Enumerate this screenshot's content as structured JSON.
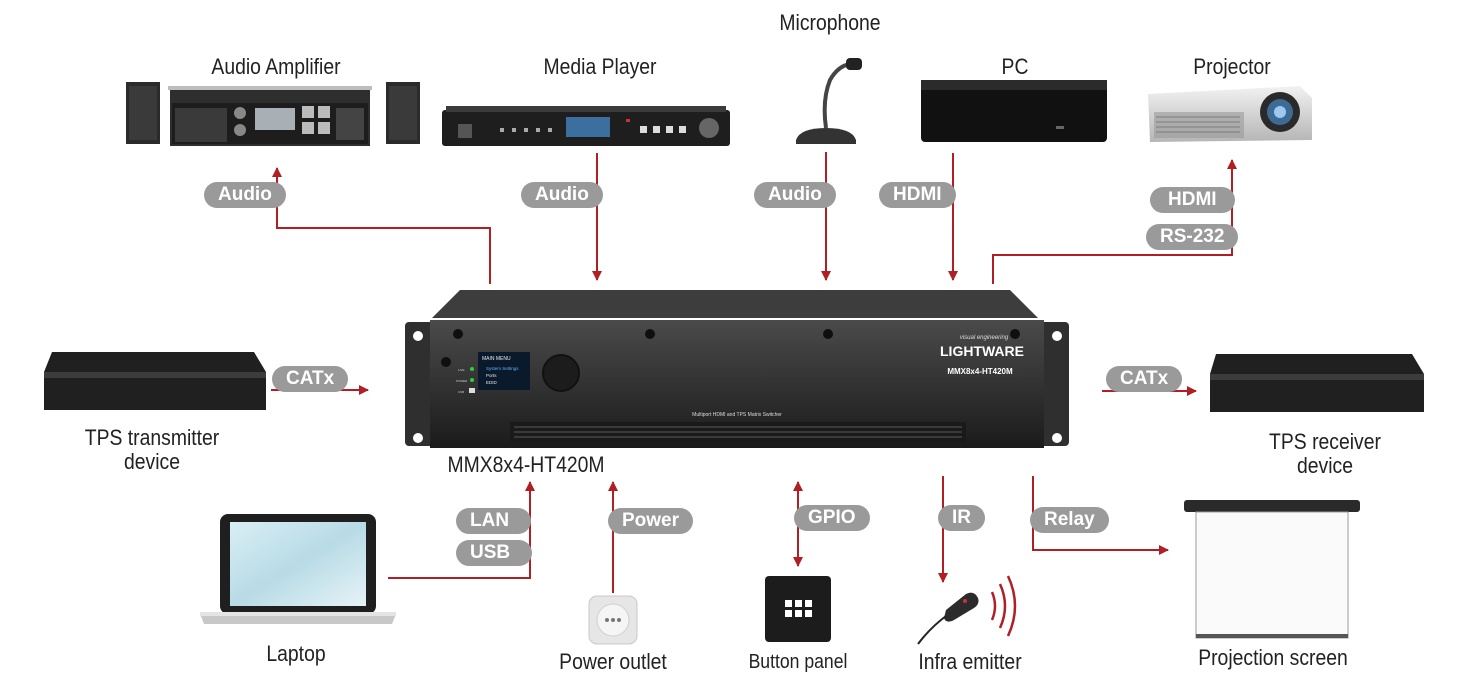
{
  "devices": {
    "audio_amplifier": "Audio Amplifier",
    "media_player": "Media Player",
    "microphone": "Microphone",
    "pc": "PC",
    "projector": "Projector",
    "tps_transmitter": "TPS transmitter\ndevice",
    "tps_receiver": "TPS receiver\ndevice",
    "main_device": "MMX8x4-HT420M",
    "laptop": "Laptop",
    "power_outlet": "Power outlet",
    "button_panel": "Button panel",
    "infra_emitter": "Infra emitter",
    "projection_screen": "Projection screen"
  },
  "connections": {
    "amp_audio": "Audio",
    "player_audio": "Audio",
    "mic_audio": "Audio",
    "pc_hdmi": "HDMI",
    "proj_hdmi": "HDMI",
    "proj_rs232": "RS-232",
    "tx_catx": "CATx",
    "rx_catx": "CATx",
    "laptop_lan": "LAN",
    "laptop_usb": "USB",
    "power": "Power",
    "gpio": "GPIO",
    "ir": "IR",
    "relay": "Relay"
  },
  "front_panel": {
    "brand_tagline": "visual engineering",
    "brand": "LIGHTWARE",
    "model": "MMX8x4-HT420M",
    "subtitle": "Multiport HDMI and TPS Matrix Switcher",
    "menu_title": "MAIN MENU",
    "menu_items": [
      "System Settings",
      "Ports",
      "EDID"
    ],
    "led_labels": [
      "LIVE",
      "POWER",
      "USB"
    ]
  },
  "colors": {
    "arrow": "#b01f24",
    "tag": "#9a9a9a",
    "device_dark": "#2a2a2a"
  }
}
